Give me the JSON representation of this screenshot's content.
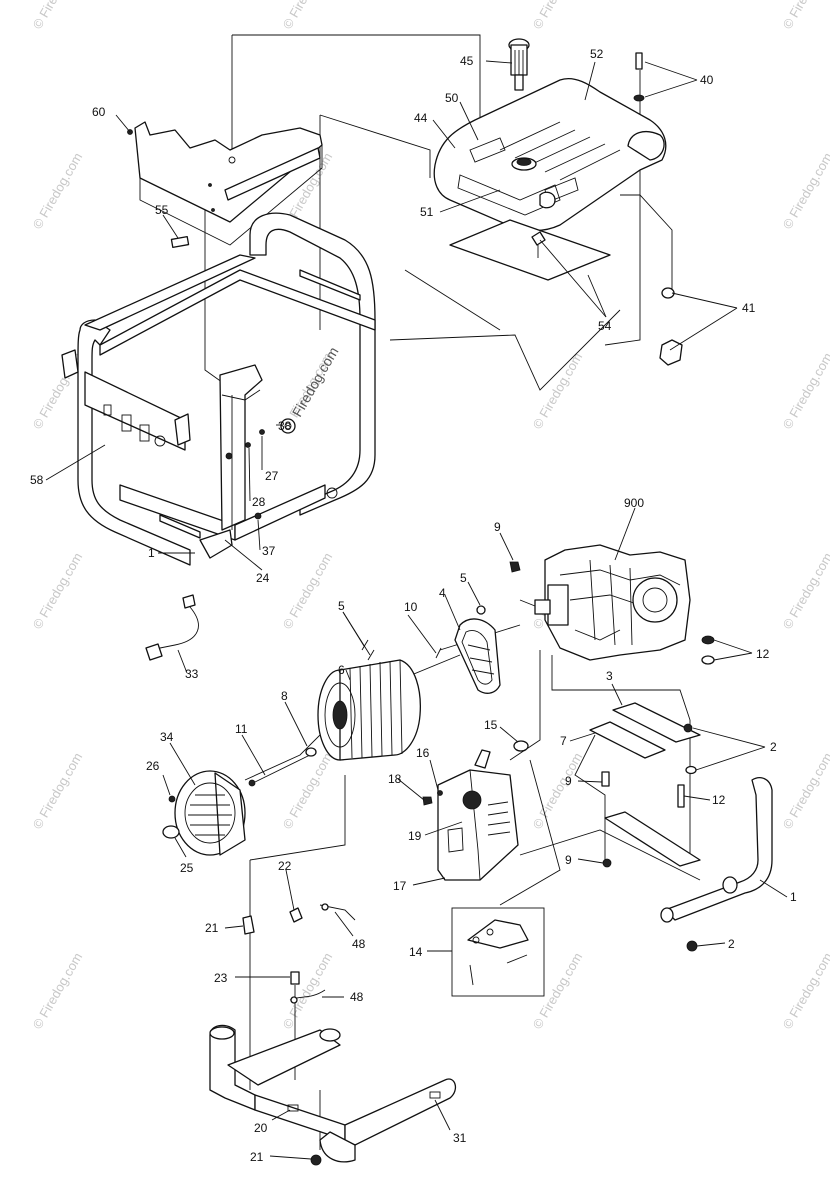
{
  "diagram": {
    "callouts": [
      {
        "id": "c-45",
        "text": "45"
      },
      {
        "id": "c-52",
        "text": "52"
      },
      {
        "id": "c-40",
        "text": "40"
      },
      {
        "id": "c-44",
        "text": "44"
      },
      {
        "id": "c-50",
        "text": "50"
      },
      {
        "id": "c-60",
        "text": "60"
      },
      {
        "id": "c-51",
        "text": "51"
      },
      {
        "id": "c-55",
        "text": "55"
      },
      {
        "id": "c-41",
        "text": "41"
      },
      {
        "id": "c-54",
        "text": "54"
      },
      {
        "id": "c-38",
        "text": "38"
      },
      {
        "id": "c-27",
        "text": "27"
      },
      {
        "id": "c-58",
        "text": "58"
      },
      {
        "id": "c-28",
        "text": "28"
      },
      {
        "id": "c-37",
        "text": "37"
      },
      {
        "id": "c-1a",
        "text": "1"
      },
      {
        "id": "c-24",
        "text": "24"
      },
      {
        "id": "c-900",
        "text": "900"
      },
      {
        "id": "c-9a",
        "text": "9"
      },
      {
        "id": "c-5a",
        "text": "5"
      },
      {
        "id": "c-4",
        "text": "4"
      },
      {
        "id": "c-10",
        "text": "10"
      },
      {
        "id": "c-5b",
        "text": "5"
      },
      {
        "id": "c-12a",
        "text": "12"
      },
      {
        "id": "c-33",
        "text": "33"
      },
      {
        "id": "c-6",
        "text": "6"
      },
      {
        "id": "c-3",
        "text": "3"
      },
      {
        "id": "c-8",
        "text": "8"
      },
      {
        "id": "c-11",
        "text": "11"
      },
      {
        "id": "c-34",
        "text": "34"
      },
      {
        "id": "c-15",
        "text": "15"
      },
      {
        "id": "c-7",
        "text": "7"
      },
      {
        "id": "c-2a",
        "text": "2"
      },
      {
        "id": "c-26",
        "text": "26"
      },
      {
        "id": "c-16",
        "text": "16"
      },
      {
        "id": "c-18",
        "text": "18"
      },
      {
        "id": "c-9b",
        "text": "9"
      },
      {
        "id": "c-12b",
        "text": "12"
      },
      {
        "id": "c-19",
        "text": "19"
      },
      {
        "id": "c-25",
        "text": "25"
      },
      {
        "id": "c-9c",
        "text": "9"
      },
      {
        "id": "c-22",
        "text": "22"
      },
      {
        "id": "c-17",
        "text": "17"
      },
      {
        "id": "c-1b",
        "text": "1"
      },
      {
        "id": "c-21a",
        "text": "21"
      },
      {
        "id": "c-48a",
        "text": "48"
      },
      {
        "id": "c-14",
        "text": "14"
      },
      {
        "id": "c-2b",
        "text": "2"
      },
      {
        "id": "c-23",
        "text": "23"
      },
      {
        "id": "c-48b",
        "text": "48"
      },
      {
        "id": "c-20",
        "text": "20"
      },
      {
        "id": "c-31",
        "text": "31"
      },
      {
        "id": "c-21b",
        "text": "21"
      }
    ],
    "watermark": "© Firedog.com",
    "center_watermark": "Firedog.com"
  }
}
